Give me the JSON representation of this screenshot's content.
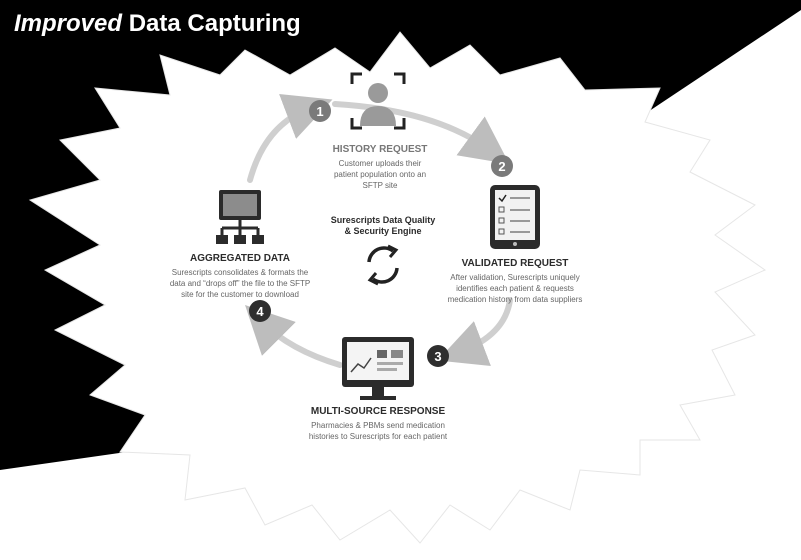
{
  "title": {
    "emphasis": "Improved",
    "rest": " Data Capturing"
  },
  "center": {
    "line1": "Surescripts Data Quality",
    "line2": "& Security Engine",
    "icon": "refresh-cycle-icon"
  },
  "steps": [
    {
      "number": "1",
      "heading": "HISTORY REQUEST",
      "lines": [
        "Customer uploads their",
        "patient population onto an",
        "SFTP site"
      ],
      "icon": "person-scan-icon"
    },
    {
      "number": "2",
      "heading": "VALIDATED REQUEST",
      "lines": [
        "After validation, Surescripts uniquely",
        "identifies each patient & requests",
        "medication history from data suppliers"
      ],
      "icon": "checklist-tablet-icon"
    },
    {
      "number": "3",
      "heading": "MULTI-SOURCE RESPONSE",
      "lines": [
        "Pharmacies & PBMs send medication",
        "histories to Surescripts for each patient"
      ],
      "icon": "monitor-dashboard-icon"
    },
    {
      "number": "4",
      "heading": "AGGREGATED DATA",
      "lines": [
        "Surescripts consolidates & formats the",
        "data and “drops off” the file to the SFTP",
        "site for the customer to download"
      ],
      "icon": "network-computer-icon"
    }
  ],
  "colors": {
    "background_dark": "#000000",
    "starburst": "#ffffff",
    "heading": "#2b2b2b",
    "body_text": "#555555",
    "badge": "#7a7a7a",
    "badge_dark": "#2e2e2e",
    "cycle_arc": "#cfcfcf"
  }
}
